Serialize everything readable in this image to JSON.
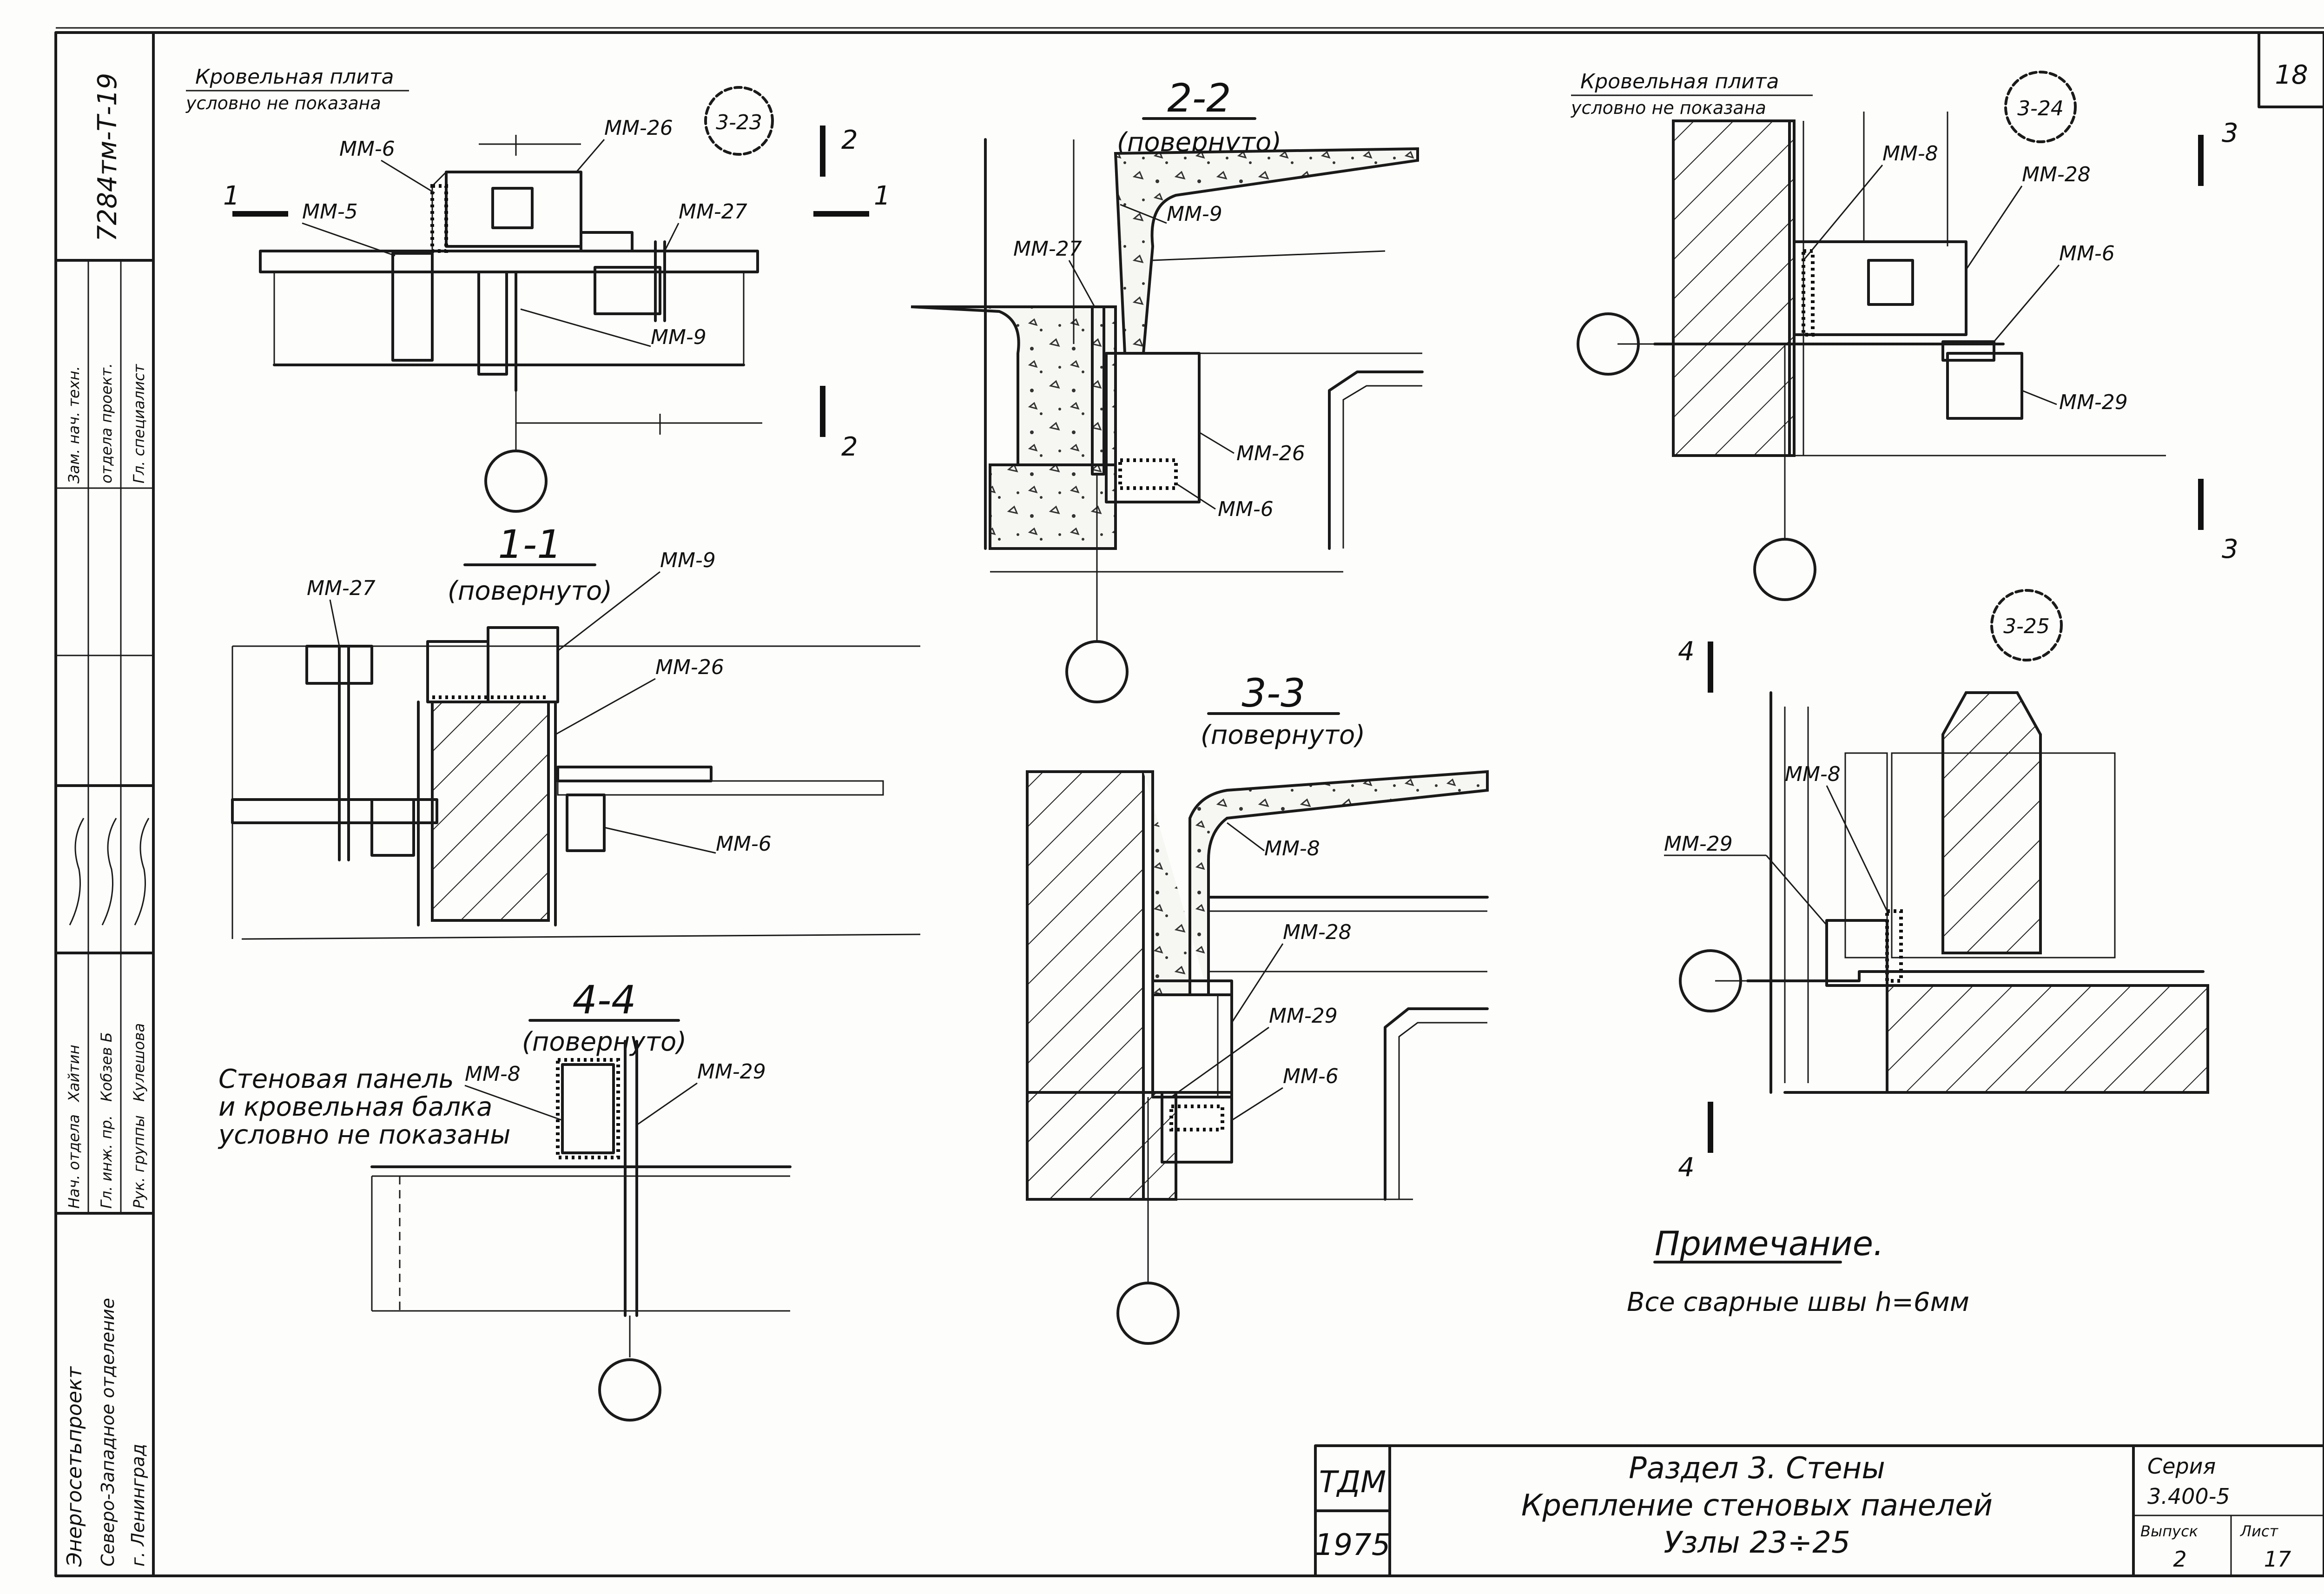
{
  "sheet": {
    "corner_number": "18",
    "side_code": "7284тм-Т-19",
    "organization": [
      "Энергосетьпроект",
      "Северо-Западное отделение",
      "г. Ленинград"
    ],
    "signature_roles": [
      "Нач. отдела",
      "Гл. инж. пр.",
      "Рук. группы"
    ],
    "signature_names": [
      "Хайтин",
      "Кобзев Б",
      "Кулешова"
    ],
    "approval_text": [
      "Зам. нач. техн.",
      "отдела проект.",
      "Гл. специалист"
    ]
  },
  "node_23": {
    "note_title": "Кровельная плита",
    "note_sub": "условно не показана",
    "circle": "3-23",
    "cut_1": "1",
    "cut_2": "2",
    "labels": [
      "ММ-6",
      "ММ-5",
      "ММ-26",
      "ММ-27",
      "ММ-9"
    ]
  },
  "section_2_2": {
    "title": "2-2",
    "subtitle": "(повернуто)",
    "labels": [
      "ММ-9",
      "ММ-27",
      "ММ-26",
      "ММ-6"
    ]
  },
  "section_1_1": {
    "title": "1-1",
    "subtitle": "(повернуто)",
    "labels": [
      "ММ-27",
      "ММ-9",
      "ММ-26",
      "ММ-6"
    ]
  },
  "node_24": {
    "note_title": "Кровельная плита",
    "note_sub": "условно не показана",
    "circle": "3-24",
    "cut_3": "3",
    "labels": [
      "ММ-8",
      "ММ-28",
      "ММ-6",
      "ММ-29"
    ]
  },
  "section_3_3": {
    "title": "3-3",
    "subtitle": "(повернуто)",
    "labels": [
      "ММ-8",
      "ММ-28",
      "ММ-29",
      "ММ-6"
    ]
  },
  "section_4_4": {
    "title": "4-4",
    "subtitle": "(повернуто)",
    "note_lines": [
      "Стеновая панель",
      "и кровельная балка",
      "условно не показаны"
    ],
    "labels": [
      "ММ-8",
      "ММ-29"
    ]
  },
  "node_25": {
    "circle": "3-25",
    "cut_4": "4",
    "labels": [
      "ММ-8",
      "ММ-29"
    ]
  },
  "remark": {
    "title": "Примечание.",
    "text": "Все сварные швы  h=6мм"
  },
  "title_block": {
    "org_code": "ТДМ",
    "year": "1975",
    "line1": "Раздел 3.  Стены",
    "line2": "Крепление стеновых панелей",
    "line3": "Узлы 23÷25",
    "series_label": "Серия",
    "series_value": "3.400-5",
    "issue_label": "Выпуск",
    "issue_value": "2",
    "sheet_label": "Лист",
    "sheet_value": "17"
  }
}
